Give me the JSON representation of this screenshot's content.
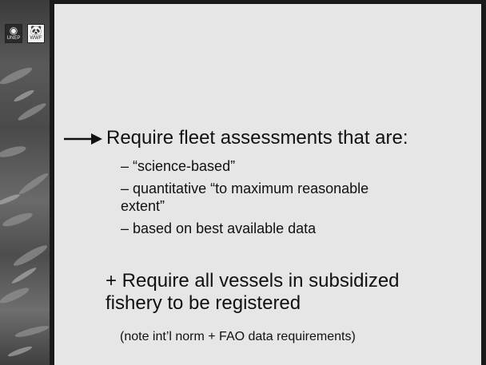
{
  "slide": {
    "logos": {
      "left_label": "UNEP",
      "right_label": "WWF"
    },
    "main_bullet": "Require fleet assessments that are:",
    "sub_items": [
      "– “science-based”",
      "– quantitative “to maximum reasonable extent”",
      "– based on best available data"
    ],
    "plus_text": "+ Require all vessels in subsidized fishery to be registered",
    "note": "(note int’l norm + FAO data requirements)"
  },
  "colors": {
    "background": "#e6e6e6",
    "band_dark": "#1a1a1a",
    "text": "#111111"
  },
  "icons": {
    "bullet_arrow": "right-arrow-icon",
    "unep_logo": "unep-logo-icon",
    "wwf_logo": "panda-logo-icon"
  }
}
